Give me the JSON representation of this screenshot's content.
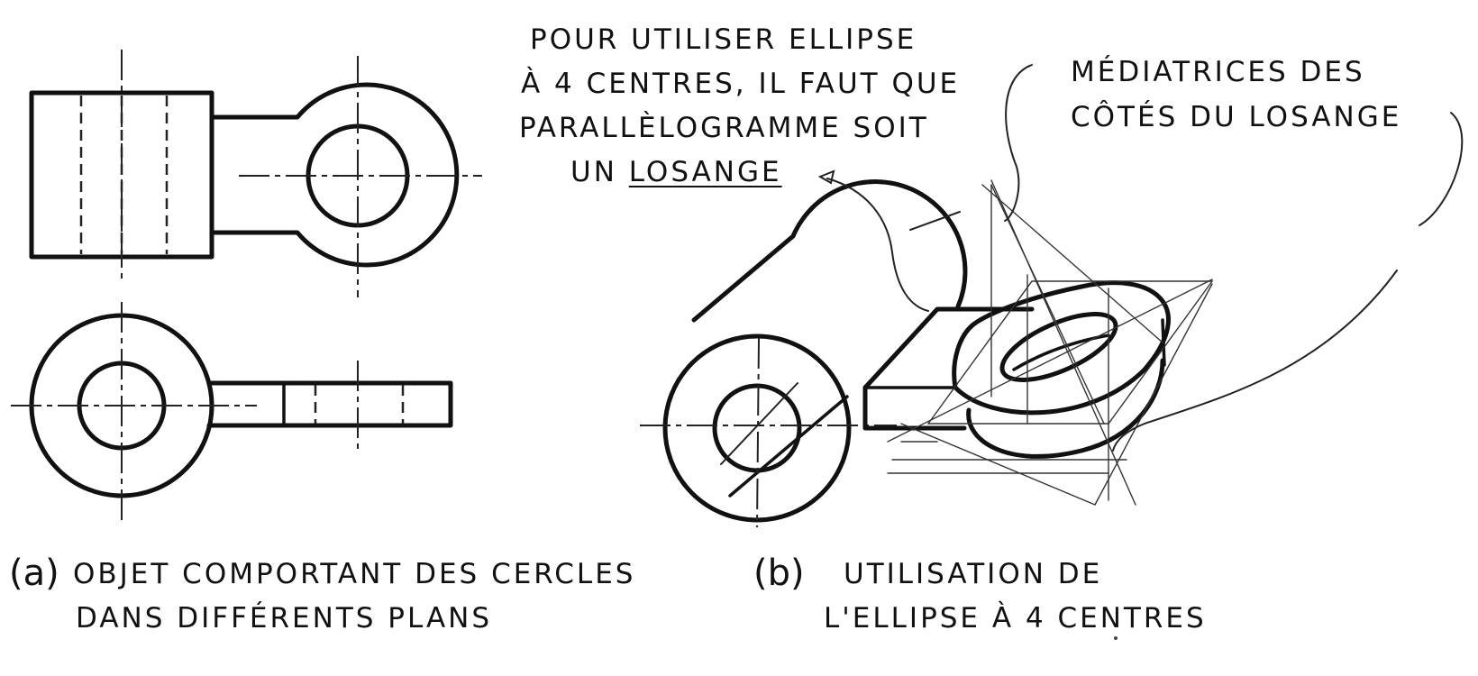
{
  "annotations": {
    "rhombus_note": {
      "line1": "POUR UTILISER ELLIPSE",
      "line2": "À 4 CENTRES, IL FAUT QUE",
      "line3": "PARALLÈLOGRAMME SOIT",
      "line4_prefix": "UN",
      "line4_emphasis": "LOSANGE"
    },
    "bisector_note": {
      "line1": "MÉDIATRICES DES",
      "line2": "CÔTÉS DU LOSANGE"
    }
  },
  "captions": {
    "a": {
      "letter": "(a)",
      "line1": "OBJET COMPORTANT DES CERCLES",
      "line2": "DANS DIFFÉRENTS PLANS"
    },
    "b": {
      "letter": "(b)",
      "line1": "UTILISATION DE",
      "line2": "L'ELLIPSE À 4 CENTRES"
    }
  }
}
